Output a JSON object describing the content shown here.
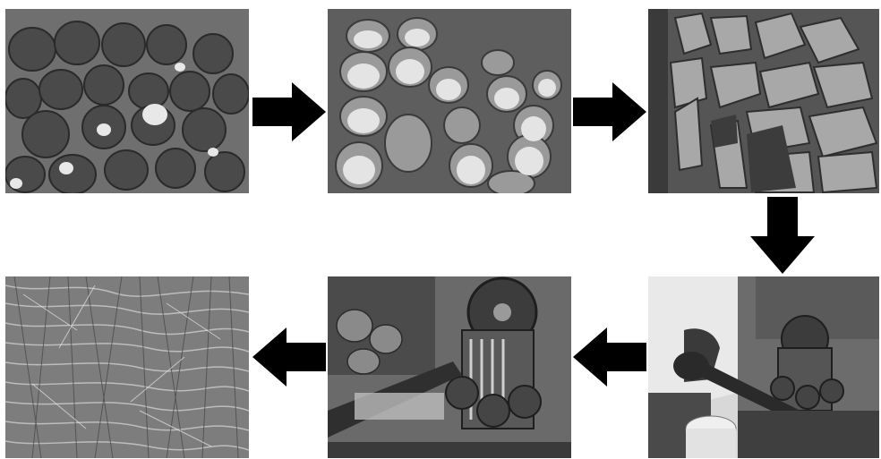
{
  "steps": [
    {
      "id": "step-1",
      "subject": "whole-coconuts-photo"
    },
    {
      "id": "step-2",
      "subject": "halved-coconut-shells-photo"
    },
    {
      "id": "step-3",
      "subject": "broken-husk-pieces-photo"
    },
    {
      "id": "step-4",
      "subject": "worker-operating-machine-photo"
    },
    {
      "id": "step-5",
      "subject": "fiber-extraction-machine-photo"
    },
    {
      "id": "step-6",
      "subject": "extracted-coir-fiber-photo"
    }
  ],
  "flow": [
    "right",
    "right",
    "down",
    "left",
    "left"
  ],
  "colors": {
    "arrow": "#000000",
    "background": "#ffffff"
  }
}
